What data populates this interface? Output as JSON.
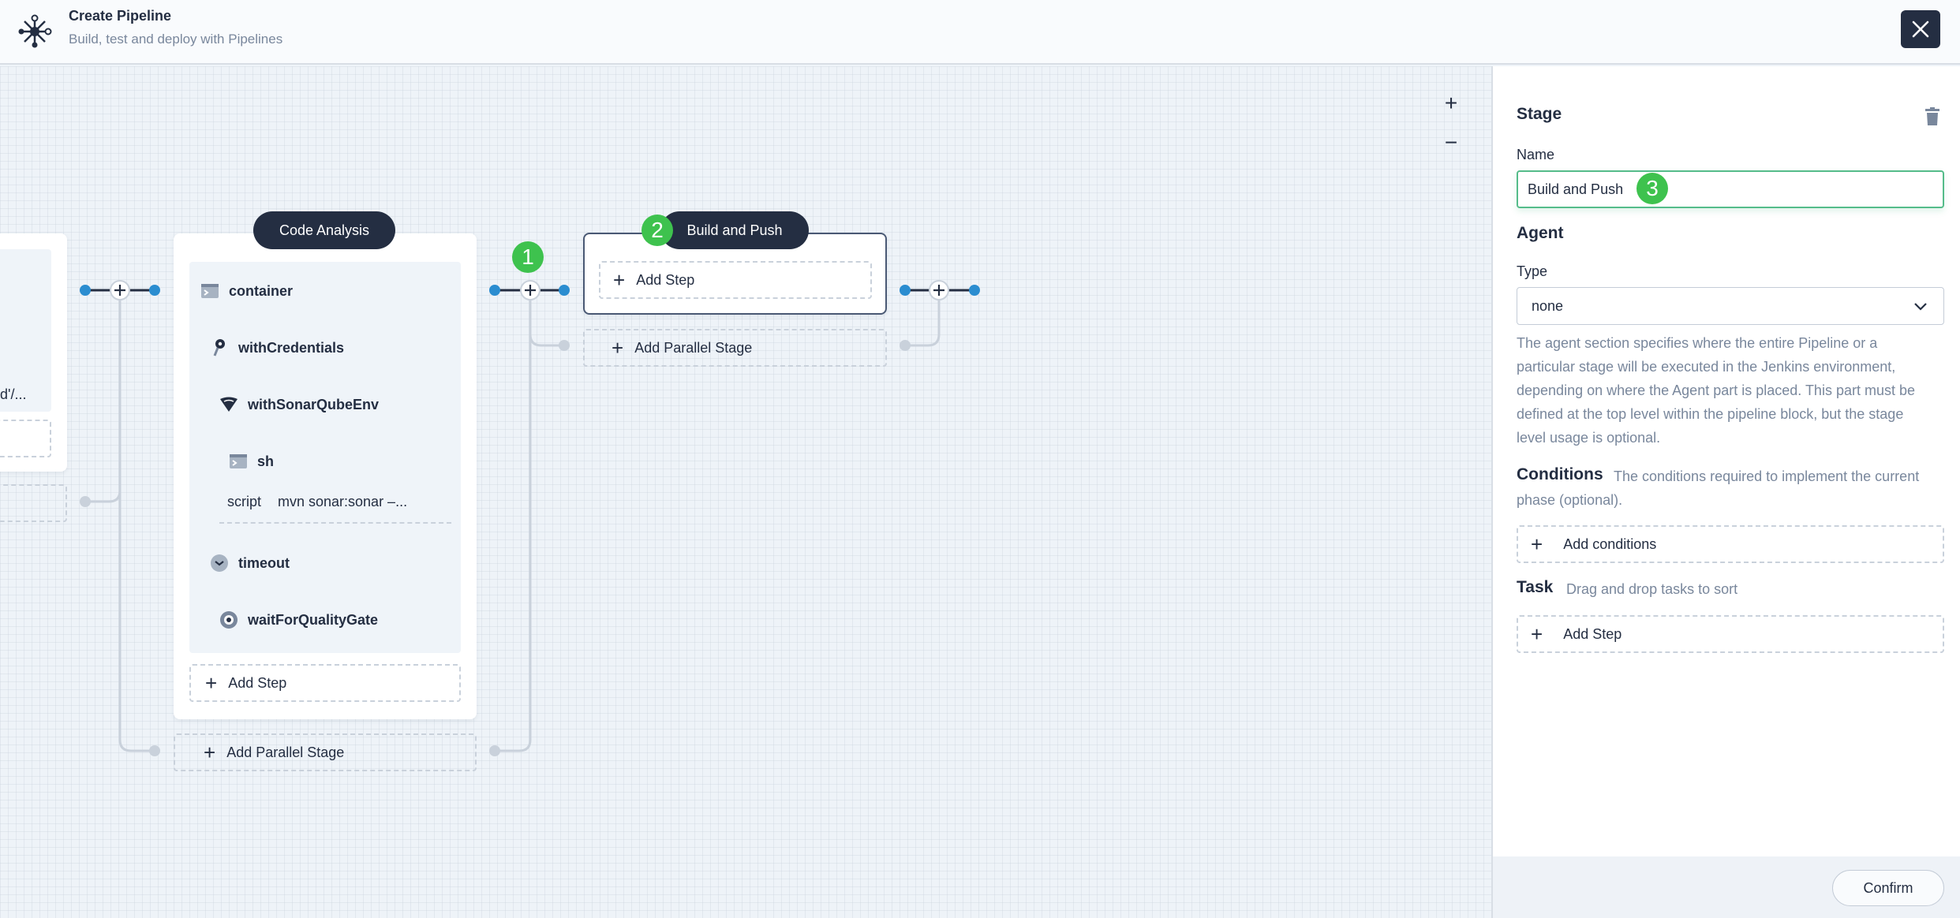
{
  "header": {
    "title": "Create Pipeline",
    "subtitle": "Build, test and deploy with Pipelines",
    "logo_icon": "pipeline-logo-icon",
    "close_icon": "close-icon"
  },
  "canvas": {
    "zoom_in": "+",
    "zoom_out": "−",
    "left_stage": {
      "truncated_text": "d'/..."
    },
    "code_analysis": {
      "title": "Code Analysis",
      "steps": [
        {
          "label": "container",
          "icon": "terminal-icon"
        },
        {
          "label": "withCredentials",
          "icon": "key-icon"
        },
        {
          "label": "withSonarQubeEnv",
          "icon": "sonarqube-icon"
        },
        {
          "label": "sh",
          "icon": "terminal-icon"
        },
        {
          "label": "timeout",
          "icon": "clock-icon"
        },
        {
          "label": "waitForQualityGate",
          "icon": "target-icon"
        }
      ],
      "script_key": "script",
      "script_value": "mvn sonar:sonar –...",
      "add_step": "Add Step",
      "add_parallel": "Add Parallel Stage"
    },
    "build_push": {
      "title": "Build and Push",
      "add_step": "Add Step",
      "add_parallel": "Add Parallel Stage"
    },
    "badges": [
      "1",
      "2",
      "3"
    ]
  },
  "panel": {
    "stage_heading": "Stage",
    "name_label": "Name",
    "name_value": "Build and Push",
    "agent_heading": "Agent",
    "type_label": "Type",
    "type_value": "none",
    "agent_desc_lines": [
      "The agent section specifies where the entire Pipeline or a",
      "particular stage will be executed in the Jenkins environment,",
      "depending on where the Agent part is placed. This part must be",
      "defined at the top level within the pipeline block, but the stage",
      "level usage is optional."
    ],
    "conditions_heading": "Conditions",
    "conditions_desc_1": "The conditions required to implement the current",
    "conditions_desc_2": "phase (optional).",
    "add_conditions": "Add conditions",
    "task_heading": "Task",
    "task_desc": "Drag and drop tasks to sort",
    "add_step": "Add Step",
    "confirm": "Confirm"
  },
  "colors": {
    "dark": "#242e42",
    "accent_green": "#3ec24e",
    "node_blue": "#2b8dd0",
    "muted": "#79879c"
  }
}
